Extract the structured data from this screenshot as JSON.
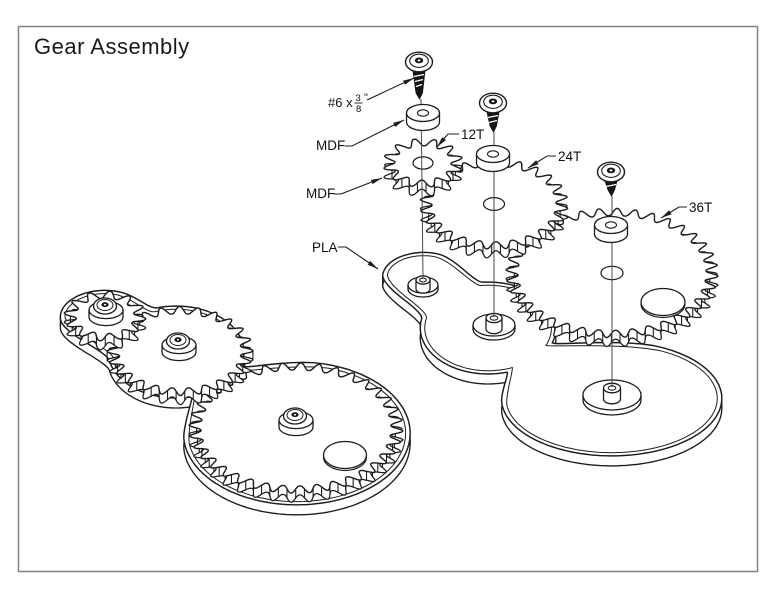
{
  "title": "Gear Assembly",
  "annotations": {
    "screw_spec_prefix": "#6 x",
    "screw_spec_numerator": "3",
    "screw_spec_denominator": "8",
    "screw_spec_suffix": "\"",
    "washer_material_label": "MDF",
    "gear_material_label": "MDF",
    "plate_material_label": "PLA",
    "gear_tooth_labels": [
      "12T",
      "24T",
      "36T"
    ]
  },
  "parts": {
    "gears": [
      {
        "teeth": 12,
        "label": "12T"
      },
      {
        "teeth": 24,
        "label": "24T"
      },
      {
        "teeth": 36,
        "label": "36T"
      }
    ]
  },
  "colors": {
    "background": "#ffffff",
    "line": "#1c1c1c",
    "centerline": "#4a4a4a",
    "border": "#848484",
    "text": "#111111"
  }
}
